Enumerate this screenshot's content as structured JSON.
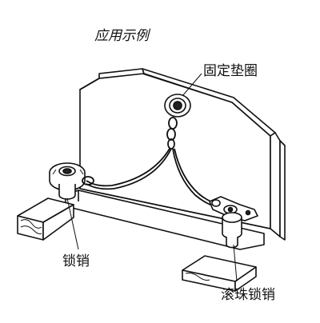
{
  "title": "应用示例",
  "callouts": {
    "fixed_washer": "固定垫圈",
    "lock_pin": "锁销",
    "ball_lock_pin": "滚珠锁销"
  }
}
